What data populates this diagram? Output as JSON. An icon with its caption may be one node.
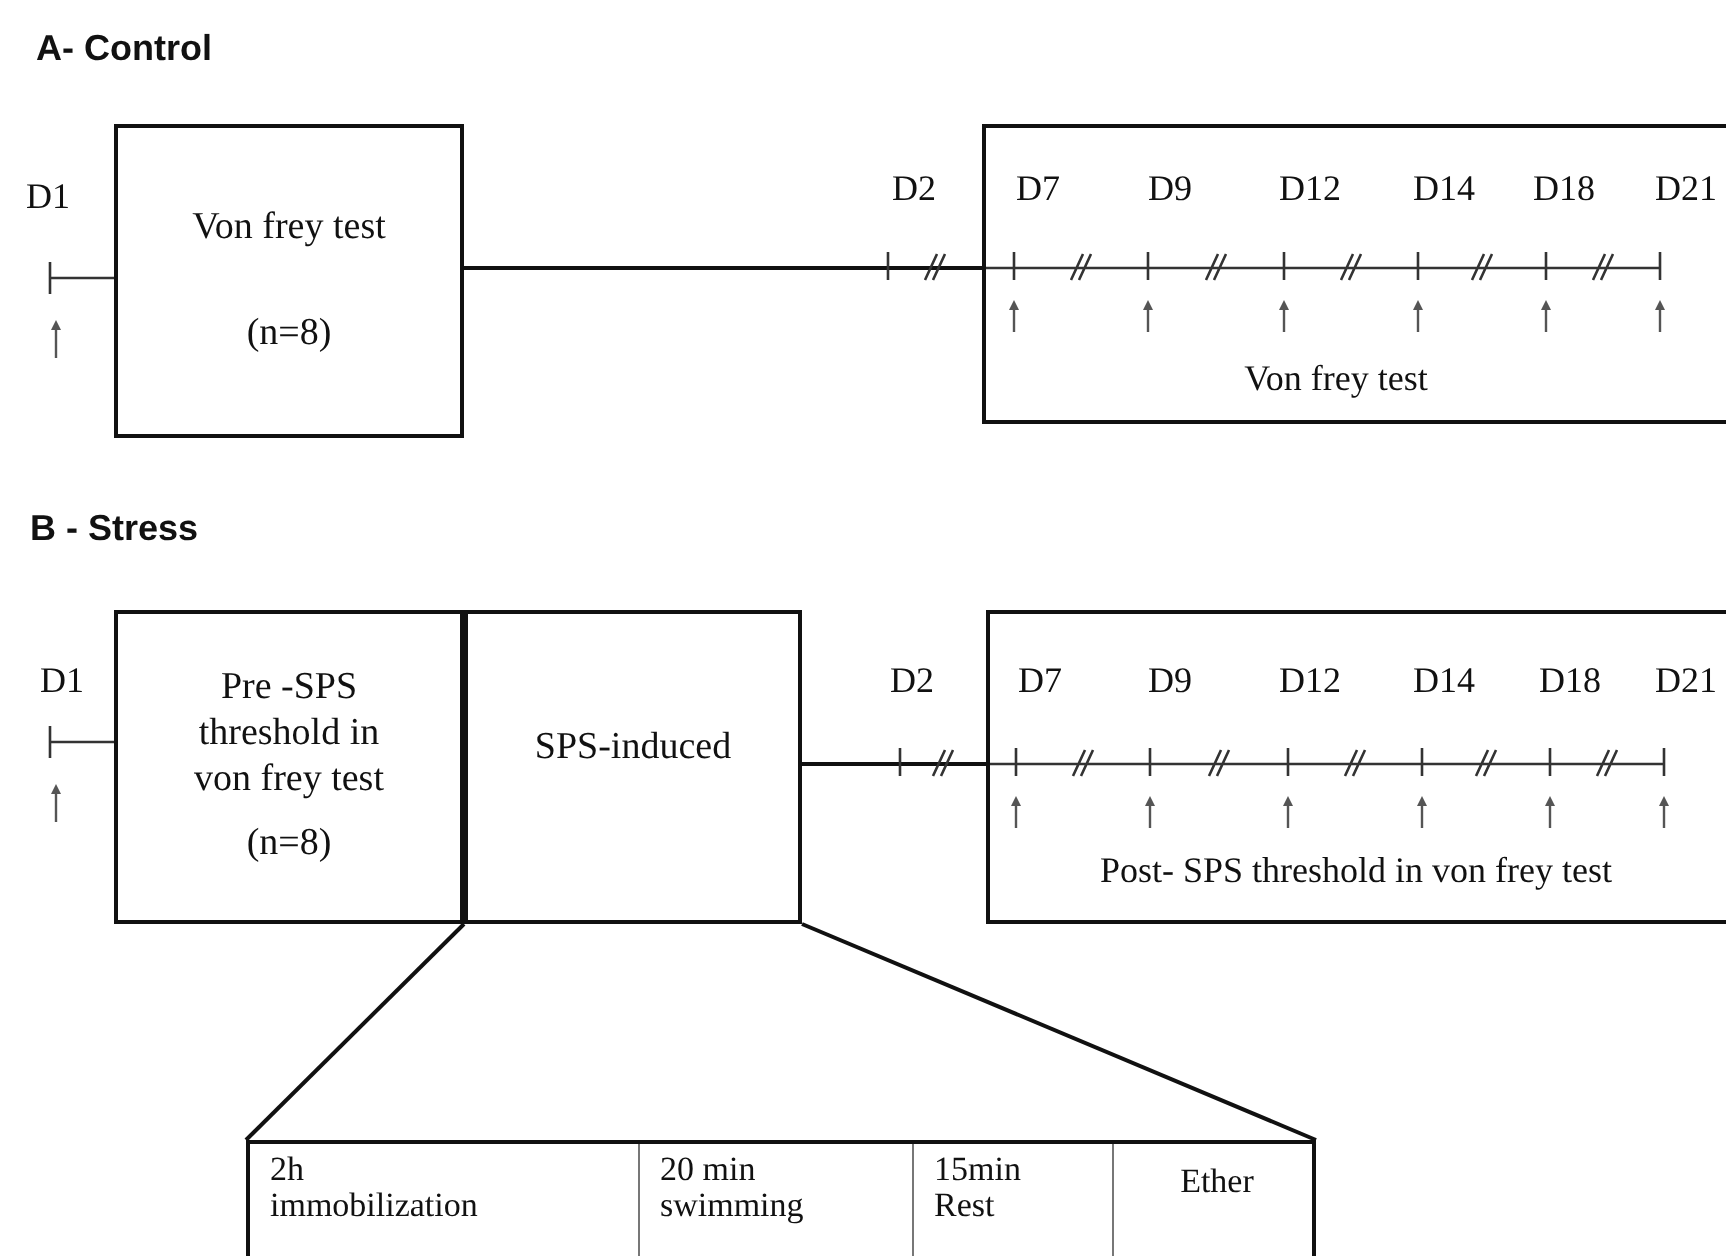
{
  "diagram": {
    "nodes": [
      {
        "text": [
          "Von frey test",
          "(n=8)"
        ]
      },
      {
        "text": [
          "Von frey test"
        ]
      },
      {
        "text": [
          "Pre -SPS threshold in von frey test",
          "(n=8)"
        ]
      },
      {
        "text": [
          "SPS-induced"
        ]
      },
      {
        "text": [
          "Post- SPS threshold in von frey test"
        ]
      },
      {
        "text": [],
        "shape": "box"
      },
      {
        "text": [
          "2h immobilization"
        ],
        "in": 5
      },
      {
        "text": [
          "20 min swimming"
        ],
        "in": 5
      },
      {
        "text": [
          "15min Rest"
        ],
        "in": 5
      },
      {
        "text": [
          "Ether"
        ],
        "in": 5
      }
    ],
    "edges": [
      {
        "from": 0,
        "to": 1,
        "arrow": "none"
      },
      {
        "from": 3,
        "to": 4,
        "arrow": "none"
      },
      {
        "from": 3,
        "to": 5,
        "arrow": "none"
      },
      {
        "from": 3,
        "to": 5,
        "arrow": "none"
      }
    ],
    "labels": [
      "A- Control",
      "D1",
      "D2",
      "D7",
      "D9",
      "D12",
      "D14",
      "D18",
      "D21",
      "B - Stress",
      "D1",
      "D2",
      "D7",
      "D9",
      "D12",
      "D14",
      "D18",
      "D21"
    ]
  }
}
